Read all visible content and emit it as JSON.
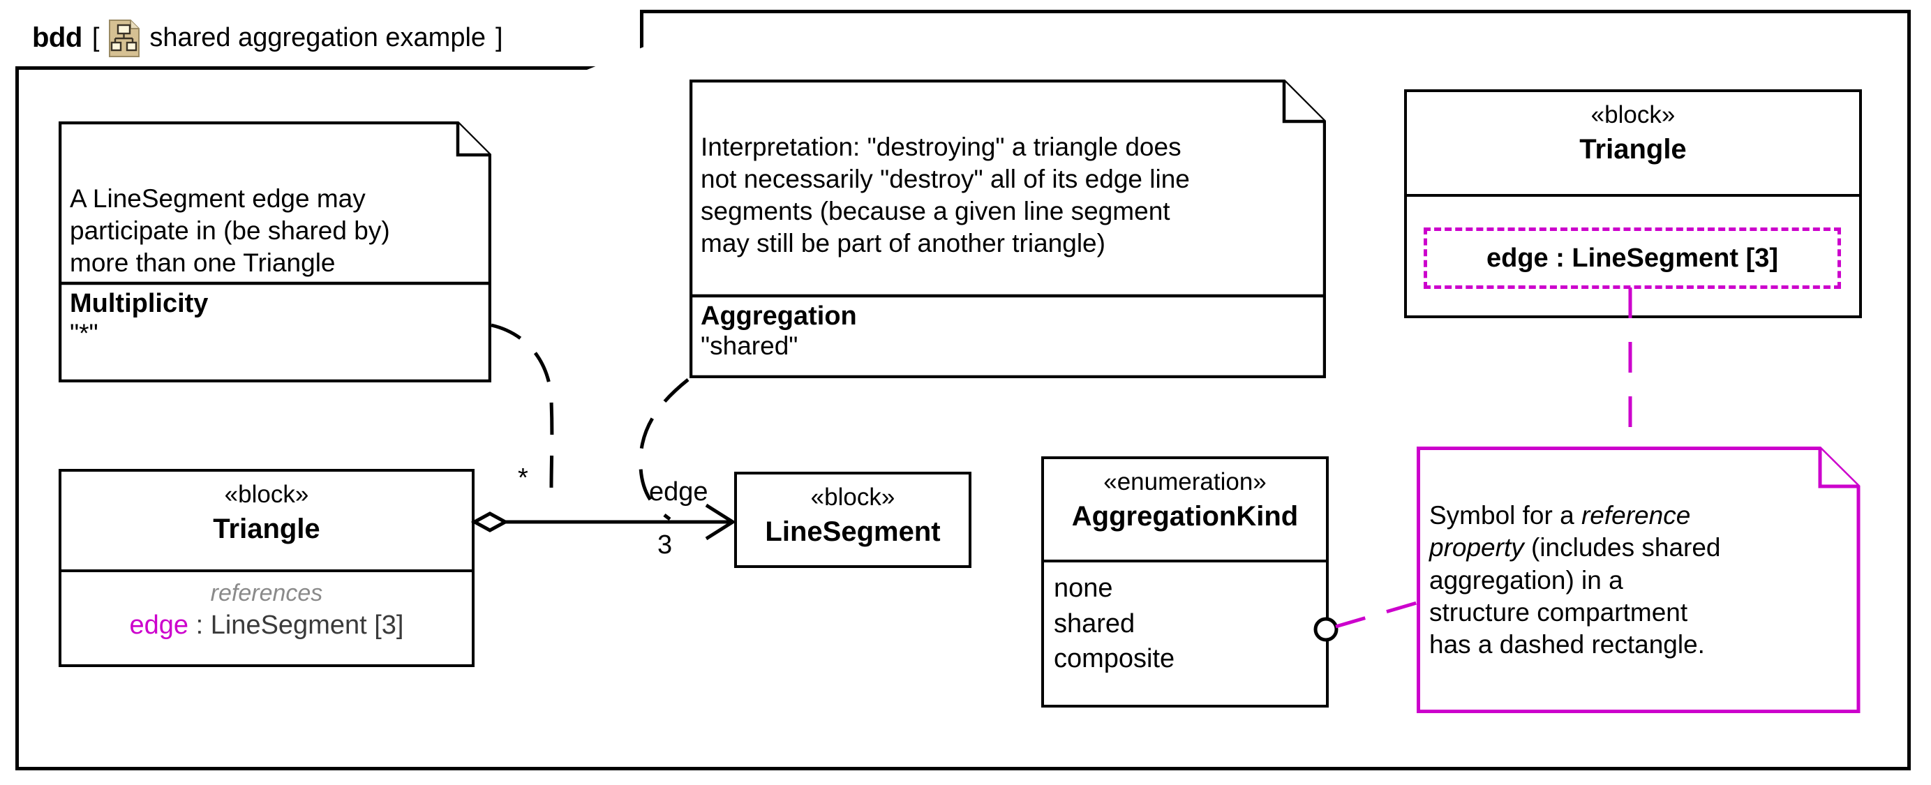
{
  "frame": {
    "kind": "bdd",
    "bracket_open": "[",
    "bracket_close": "]",
    "name": "shared aggregation example",
    "icon": "bdd-tree-document-icon",
    "icon_fill": "#d6c193",
    "icon_box_fill": "#fdf6dc"
  },
  "colors": {
    "line": "#000000",
    "magenta": "#cc00cc",
    "gray_italic": "#8a8a8a",
    "dark_gray": "#3a3a3a",
    "background": "#ffffff"
  },
  "notes": {
    "multiplicity": {
      "text": "A LineSegment edge may\nparticipate in (be shared by)\nmore than one Triangle",
      "section_title": "Multiplicity",
      "section_value": "\"*\""
    },
    "aggregation": {
      "text": "Interpretation: \"destroying\" a triangle does\nnot necessarily \"destroy\" all of its edge line\nsegments (because a given line segment\nmay still be part of another triangle)",
      "section_title": "Aggregation",
      "section_value": "\"shared\""
    },
    "reference_property": {
      "line1_pre": "Symbol for a ",
      "line1_em": "reference",
      "line2_em": "property",
      "line2_post": " (includes shared",
      "line3": "aggregation) in a",
      "line4": "structure compartment",
      "line5": "has a dashed rectangle."
    }
  },
  "blocks": {
    "triangle_left": {
      "stereotype": "«block»",
      "name": "Triangle",
      "compartment_label": "references",
      "property_name": "edge",
      "property_sep": " : ",
      "property_type": "LineSegment [3]"
    },
    "line_segment": {
      "stereotype": "«block»",
      "name": "LineSegment"
    },
    "aggregation_kind": {
      "stereotype": "«enumeration»",
      "name": "AggregationKind",
      "literals": [
        "none",
        "shared",
        "composite"
      ]
    },
    "triangle_right": {
      "stereotype": "«block»",
      "name": "Triangle",
      "property": "edge : LineSegment [3]"
    }
  },
  "association": {
    "end_label": "edge",
    "source_multiplicity": "*",
    "target_multiplicity": "3",
    "source_adornment": "hollow-diamond-shared-aggregation",
    "target_adornment": "open-arrowhead"
  }
}
